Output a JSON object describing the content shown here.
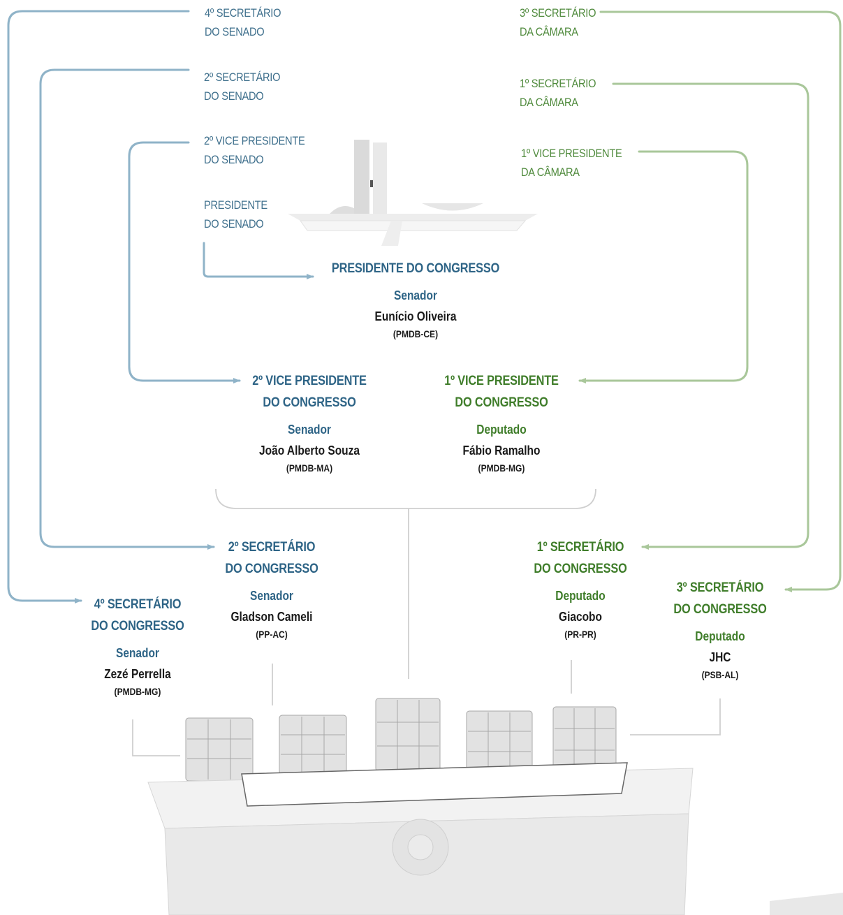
{
  "origins": {
    "senado_4_secretario": [
      "4º SECRETÁRIO",
      "DO SENADO"
    ],
    "senado_2_secretario": [
      "2º SECRETÁRIO",
      "DO SENADO"
    ],
    "senado_2_vice": [
      "2º VICE PRESIDENTE",
      "DO SENADO"
    ],
    "senado_presidente": [
      "PRESIDENTE",
      "DO SENADO"
    ],
    "camara_3_secretario": [
      "3º SECRETÁRIO",
      "DA CÂMARA"
    ],
    "camara_1_secretario": [
      "1º SECRETÁRIO",
      "DA CÂMARA"
    ],
    "camara_1_vice": [
      "1º VICE PRESIDENTE",
      "DA CÂMARA"
    ]
  },
  "mesa": {
    "presidente": {
      "title": [
        "PRESIDENTE DO CONGRESSO"
      ],
      "role": "Senador",
      "name": "Eunício Oliveira",
      "party": "(PMDB-CE)"
    },
    "vice2": {
      "title": [
        "2º VICE PRESIDENTE",
        "DO CONGRESSO"
      ],
      "role": "Senador",
      "name": "João Alberto Souza",
      "party": "(PMDB-MA)"
    },
    "vice1": {
      "title": [
        "1º VICE PRESIDENTE",
        "DO CONGRESSO"
      ],
      "role": "Deputado",
      "name": "Fábio Ramalho",
      "party": "(PMDB-MG)"
    },
    "sec2": {
      "title": [
        "2º SECRETÁRIO",
        "DO CONGRESSO"
      ],
      "role": "Senador",
      "name": "Gladson Cameli",
      "party": "(PP-AC)"
    },
    "sec1": {
      "title": [
        "1º SECRETÁRIO",
        "DO CONGRESSO"
      ],
      "role": "Deputado",
      "name": "Giacobo",
      "party": "(PR-PR)"
    },
    "sec4": {
      "title": [
        "4º SECRETÁRIO",
        "DO CONGRESSO"
      ],
      "role": "Senador",
      "name": "Zezé Perrella",
      "party": "(PMDB-MG)"
    },
    "sec3": {
      "title": [
        "3º SECRETÁRIO",
        "DO CONGRESSO"
      ],
      "role": "Deputado",
      "name": "JHC",
      "party": "(PSB-AL)"
    }
  },
  "colors": {
    "senado": "#3e6f8c",
    "senado_line": "#8fb3c8",
    "camara": "#4f8a3c",
    "camara_line": "#a9c79a",
    "neutral_line": "#cccccc"
  }
}
